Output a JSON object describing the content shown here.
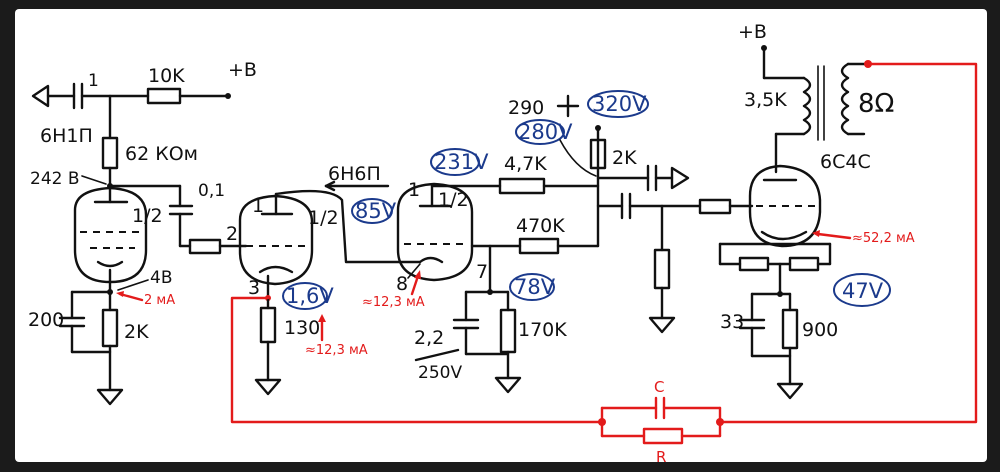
{
  "labels": {
    "b_plus_input": "+B",
    "b_plus_output": "+B",
    "cap_input": "1",
    "res_input": "10K",
    "tube1_type": "6Н1П",
    "res_62k": "62 КОм",
    "plate_v1": "242 В",
    "cap_01": "0,1",
    "half1": "1/2",
    "cath_v1": "4В",
    "cath_i1": "2 мА",
    "cap_200": "200",
    "res_2k_left": "2K",
    "pin2": "2",
    "pin1": "1",
    "pin3": "3",
    "half2": "1/2",
    "tube2_type": "6Н6П",
    "v85": "85V",
    "v16": "1,6V",
    "res_130": "130",
    "i_123_a": "≈12,3 мА",
    "i_123_b": "≈12,3 мА",
    "pin8": "8",
    "pin7": "7",
    "half3": "1/2",
    "v231": "231V",
    "res_47k": "4,7K",
    "res_470k": "470K",
    "v78": "78V",
    "cap_22": "2,2",
    "cap_250v": "250V",
    "res_170k": "170K",
    "v290": "290",
    "v320": "320V",
    "v280": "280V",
    "res_2k_top": "2K",
    "out_tube": "6С4С",
    "prim_35k": "3,5K",
    "spk_8ohm": "8Ω",
    "i_522": "≈52,2 мА",
    "v47": "47V",
    "cap_33": "33",
    "res_900": "900",
    "fb_c": "C",
    "fb_r": "R"
  },
  "colors": {
    "ink": "#111111",
    "annotation_red": "#e31b1b",
    "annotation_blue": "#1b3a8c",
    "paper": "#ffffff",
    "frame": "#1b1b1b"
  }
}
